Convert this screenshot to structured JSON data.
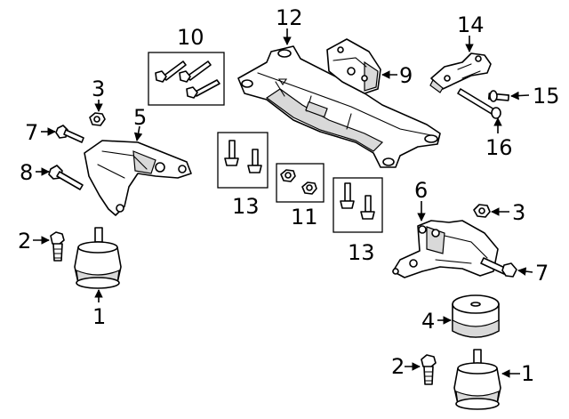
{
  "callouts": {
    "c1a": "1",
    "c1b": "1",
    "c2a": "2",
    "c2b": "2",
    "c3a": "3",
    "c3b": "3",
    "c4": "4",
    "c5": "5",
    "c6": "6",
    "c7a": "7",
    "c7b": "7",
    "c8": "8",
    "c9": "9",
    "c10": "10",
    "c11": "11",
    "c12": "12",
    "c13a": "13",
    "c13b": "13",
    "c14": "14",
    "c15": "15",
    "c16": "16"
  }
}
